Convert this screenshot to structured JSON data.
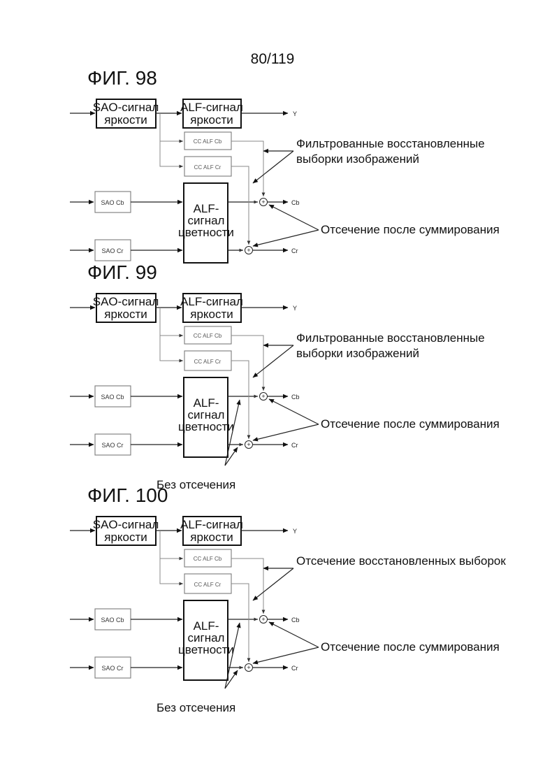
{
  "page_number": "80/119",
  "figures": [
    {
      "title": "ФИГ. 98",
      "sao_luma": [
        "SAO-сигнал",
        "яркости"
      ],
      "alf_luma": [
        "ALF-сигнал",
        "яркости"
      ],
      "cc_alf_cb": "CC ALF Cb",
      "cc_alf_cr": "CC ALF Cr",
      "sao_cb": "SAO Cb",
      "sao_cr": "SAO Cr",
      "alf_chroma": [
        "ALF-",
        "сигнал",
        "цветности"
      ],
      "out_y": "Y",
      "out_cb": "Cb",
      "out_cr": "Cr",
      "note_upper": [
        "Фильтрованные восстановленные",
        "выборки изображений"
      ],
      "note_lower": [
        "Отсечение после суммирования"
      ],
      "note_bottom": ""
    },
    {
      "title": "ФИГ. 99",
      "sao_luma": [
        "SAO-сигнал",
        "яркости"
      ],
      "alf_luma": [
        "ALF-сигнал",
        "яркости"
      ],
      "cc_alf_cb": "CC ALF Cb",
      "cc_alf_cr": "CC ALF Cr",
      "sao_cb": "SAO Cb",
      "sao_cr": "SAO Cr",
      "alf_chroma": [
        "ALF-",
        "сигнал",
        "цветности"
      ],
      "out_y": "Y",
      "out_cb": "Cb",
      "out_cr": "Cr",
      "note_upper": [
        "Фильтрованные восстановленные",
        "выборки изображений"
      ],
      "note_lower": [
        "Отсечение после суммирования"
      ],
      "note_bottom": "Без отсечения"
    },
    {
      "title": "ФИГ. 100",
      "sao_luma": [
        "SAO-сигнал",
        "яркости"
      ],
      "alf_luma": [
        "ALF-сигнал",
        "яркости"
      ],
      "cc_alf_cb": "CC ALF Cb",
      "cc_alf_cr": "CC ALF Cr",
      "sao_cb": "SAO Cb",
      "sao_cr": "SAO Cr",
      "alf_chroma": [
        "ALF-",
        "сигнал",
        "цветности"
      ],
      "out_y": "Y",
      "out_cb": "Cb",
      "out_cr": "Cr",
      "note_upper": [
        "Отсечение восстановленных выборок"
      ],
      "note_lower": [
        "Отсечение после суммирования"
      ],
      "note_bottom": "Без отсечения"
    }
  ]
}
